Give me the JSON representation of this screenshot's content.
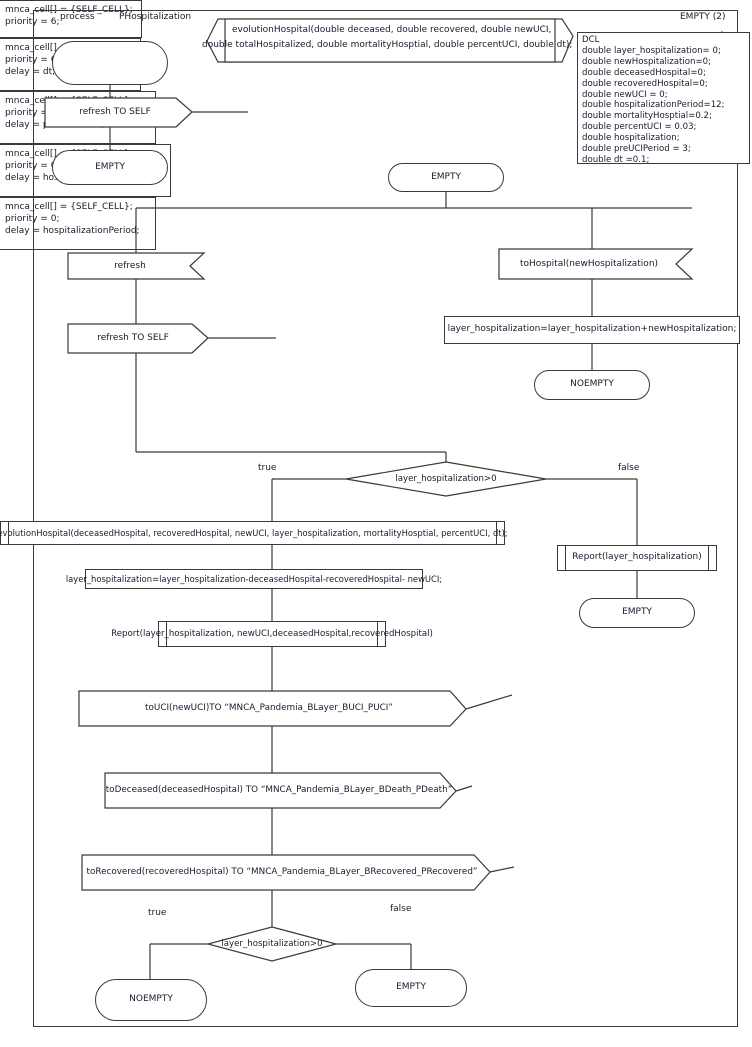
{
  "diagram": {
    "type": "SDL process diagram",
    "frame_label_kind": "process",
    "frame_label_name": "PHospitalization",
    "page_label": "EMPTY (2)"
  },
  "procedure_decl": {
    "line1": "evolutionHospital(double deceased, double recovered, double newUCI,",
    "line2": "double totalHospitalized, double mortalityHosptial, double percentUCI, double dt);"
  },
  "dcl": {
    "text": "DCL\ndouble layer_hospitalization= 0;\ndouble newHospitalization=0;\ndouble deceasedHospital=0;\ndouble recoveredHospital=0;\ndouble newUCI = 0;\ndouble hospitalizationPeriod=12;\ndouble mortalityHosptial=0.2;\ndouble percentUCI = 0.03;\ndouble hospitalization;\ndouble preUCIPeriod = 3;\ndouble dt =0.1;"
  },
  "nodes": {
    "start_state": "",
    "out_refresh_self_1": "refresh TO SELF",
    "state_empty_1": "EMPTY",
    "state_empty_2": "EMPTY",
    "in_refresh": "refresh",
    "out_refresh_self_2": "refresh TO SELF",
    "in_tohospital": "toHospital(newHospitalization)",
    "task_add_hosp": "layer_hospitalization=layer_hospitalization+newHospitalization;",
    "state_noempty_1": "NOEMPTY",
    "decision_1": "layer_hospitalization>0",
    "call_evolution": "evolutionHospital(deceasedHospital, recoveredHospital, newUCI, layer_hospitalization, mortalityHosptial, percentUCI, dt);",
    "task_subtract": "layer_hospitalization=layer_hospitalization-deceasedHospital-recoveredHospital- newUCI;",
    "call_report_full": "Report(layer_hospitalization, newUCI,deceasedHospital,recoveredHospital)",
    "out_touci": "toUCI(newUCI)TO “MNCA_Pandemia_BLayer_BUCI_PUCI”",
    "out_todeceased": "toDeceased(deceasedHospital) TO “MNCA_Pandemia_BLayer_BDeath_PDeath”",
    "out_torecovered": "toRecovered(recoveredHospital) TO “MNCA_Pandemia_BLayer_BRecovered_PRecovered”",
    "call_report_simple": "Report(layer_hospitalization)",
    "state_empty_false_1": "EMPTY",
    "decision_2": "layer_hospitalization>0",
    "state_noempty_2": "NOEMPTY",
    "state_empty_3": "EMPTY"
  },
  "comments": {
    "c_refresh_self_1": "mnca_cell[] = {SELF_CELL};\npriority = 6;",
    "c_refresh_self_2": "mnca_cell[] = {SELF_CELL};\npriority = 6;\ndelay = dt;",
    "c_touci": "mnca_cell[] = {SELF_CELL};\npriority = 0;\ndelay = preUCIPeriod;",
    "c_todeceased": "mnca_cell[] = {SELF_CELL};\npriority = 0;\ndelay = hospitalizationPeriod;",
    "c_torecovered": "mnca_cell[] = {SELF_CELL};\npriority = 0;\ndelay = hospitalizationPeriod;"
  },
  "branch_labels": {
    "d1_true": "true",
    "d1_false": "false",
    "d2_true": "true",
    "d2_false": "false"
  },
  "colors": {
    "stroke": "#3a3a3a",
    "text": "#1a1a2e",
    "background": "#ffffff"
  }
}
